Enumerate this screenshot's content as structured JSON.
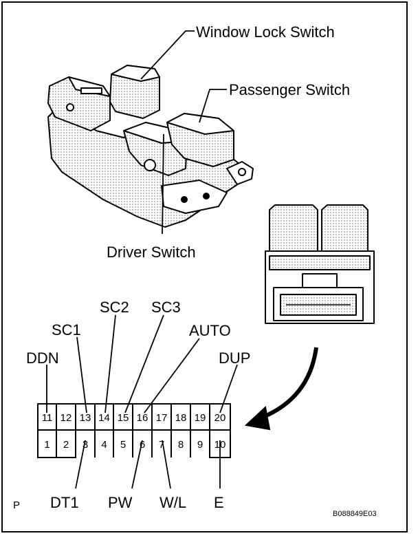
{
  "labels": {
    "window_lock_switch": "Window Lock Switch",
    "passenger_switch": "Passenger Switch",
    "driver_switch": "Driver Switch"
  },
  "pins_top": [
    "11",
    "12",
    "13",
    "14",
    "15",
    "16",
    "17",
    "18",
    "19",
    "20"
  ],
  "pins_bottom": [
    "1",
    "2",
    "3",
    "4",
    "5",
    "6",
    "7",
    "8",
    "9",
    "10"
  ],
  "terminals": {
    "ddn": "DDN",
    "sc1": "SC1",
    "sc2": "SC2",
    "sc3": "SC3",
    "auto": "AUTO",
    "dup": "DUP",
    "dt1": "DT1",
    "pw": "PW",
    "wl": "W/L",
    "e": "E"
  },
  "corner_letter": "P",
  "figure_code": "B088849E03"
}
